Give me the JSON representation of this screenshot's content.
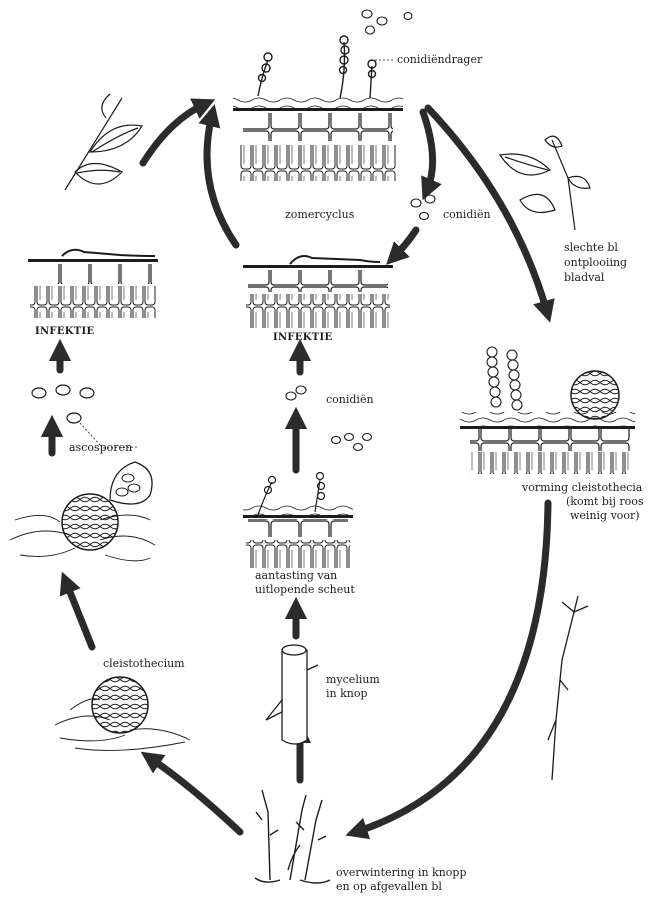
{
  "labels": {
    "conidiendrager": "conidiëndrager",
    "conidien_top": "conidiën",
    "zomercyclus": "zomercyclus",
    "infektie_left": "INFEKTIE",
    "infektie_center": "INFEKTIE",
    "conidien_mid": "conidiën",
    "ascosporen": "ascosporen",
    "right_top": [
      "slechte bl",
      "ontplooiing",
      "bladval"
    ],
    "right_mid": [
      "vorming cleistothecia",
      "(komt bij roos",
      "weinig voor)"
    ],
    "aantasting": [
      "aantasting van",
      "uitlopende scheut"
    ],
    "mycelium": [
      "mycelium",
      "in knop"
    ],
    "cleistothecium": "cleistothecium",
    "overwintering": [
      "overwintering in knopp",
      "en op afgevallen bl"
    ]
  },
  "colors": {
    "ink": "#1c1c1c",
    "arrow": "#2b2b2b"
  }
}
